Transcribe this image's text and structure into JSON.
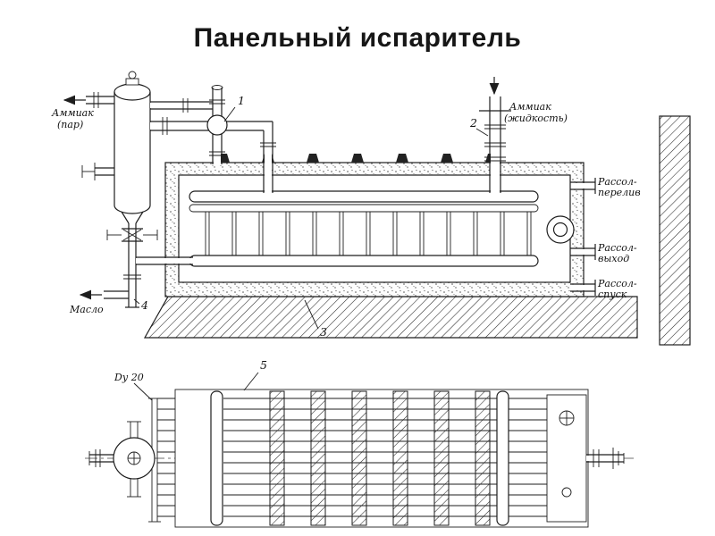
{
  "title": "Панельный испаритель",
  "top_view": {
    "ammonia_vapor": {
      "line1": "Аммиак",
      "line2": "(пар)"
    },
    "ammonia_liquid": {
      "line1": "Аммиак",
      "line2": "(жидкость)"
    },
    "oil": "Масло",
    "brine_overflow": {
      "line1": "Рассол-",
      "line2": "перелив"
    },
    "brine_outlet": {
      "line1": "Рассол-",
      "line2": "выход"
    },
    "brine_drain": {
      "line1": "Рассол-",
      "line2": "спуск"
    }
  },
  "plan_view": {
    "dn": "Dу 20"
  },
  "callouts": {
    "n1": "1",
    "n2": "2",
    "n3": "3",
    "n4": "4",
    "n5": "5"
  },
  "colors": {
    "ink": "#1e1e1e",
    "background": "#ffffff"
  }
}
